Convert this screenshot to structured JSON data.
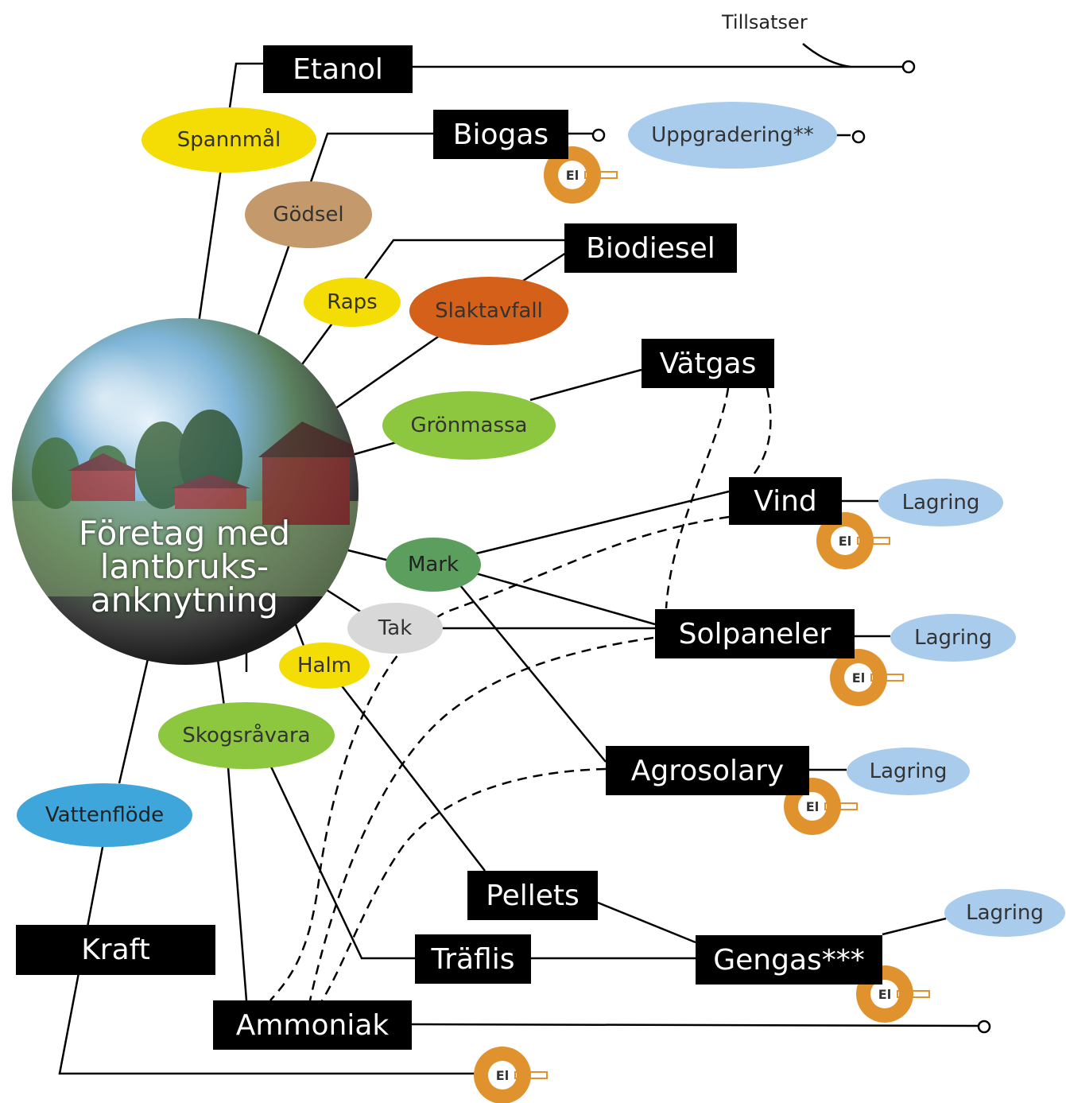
{
  "colors": {
    "box_fill": "#000000",
    "box_text": "#ffffff",
    "yellow": "#f4dc05",
    "tan": "#c49a6c",
    "orange": "#d4601a",
    "green": "#8dc63f",
    "dark_green": "#5c9e5e",
    "light_gray": "#d8d8d8",
    "light_blue": "#a9cbec",
    "blue": "#3fa6dc",
    "el_ring": "#e0922f"
  },
  "center": {
    "lines": [
      "Företag med",
      "lantbruks-",
      "anknytning"
    ]
  },
  "note_tillsatser": "Tillsatser",
  "products": {
    "etanol": "Etanol",
    "biogas": "Biogas",
    "biodiesel": "Biodiesel",
    "vatgas": "Vätgas",
    "vind": "Vind",
    "solpaneler": "Solpaneler",
    "agrosolary": "Agrosolary",
    "pellets": "Pellets",
    "traflis": "Träflis",
    "gengas": "Gengas***",
    "kraft": "Kraft",
    "ammoniak": "Ammoniak"
  },
  "resources": {
    "spannmal": "Spannmål",
    "godsel": "Gödsel",
    "raps": "Raps",
    "slaktavfall": "Slaktavfall",
    "gronmassa": "Grönmassa",
    "mark": "Mark",
    "tak": "Tak",
    "halm": "Halm",
    "skogsravara": "Skogsråvara",
    "vattenflode": "Vattenflöde"
  },
  "uppgradering": "Uppgradering**",
  "lagring": "Lagring",
  "el_label": "El"
}
